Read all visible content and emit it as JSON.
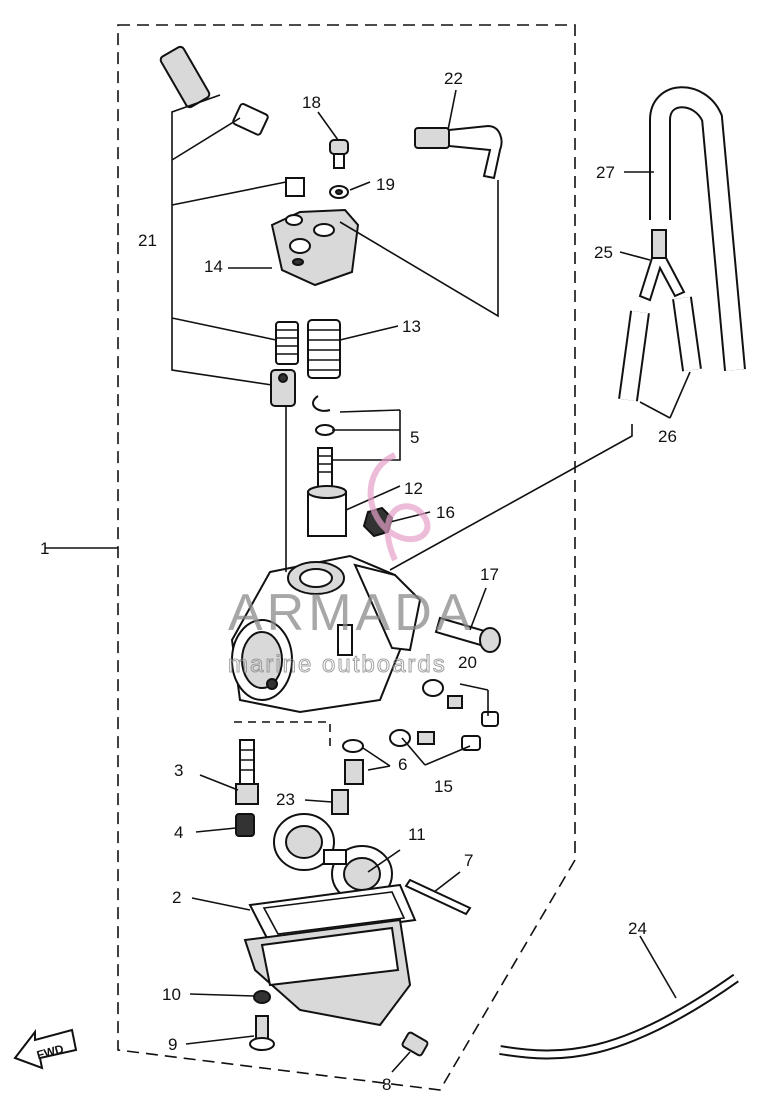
{
  "watermark": {
    "brand": "ARMADA",
    "tagline": "marine outboards",
    "accent_color": "#e6a0c8"
  },
  "fwd_label": "FWD",
  "callouts": [
    "1",
    "2",
    "3",
    "4",
    "5",
    "6",
    "6",
    "7",
    "8",
    "9",
    "10",
    "11",
    "12",
    "13",
    "14",
    "15",
    "16",
    "17",
    "18",
    "19",
    "20",
    "21",
    "22",
    "23",
    "24",
    "25",
    "26",
    "27"
  ],
  "colors": {
    "line": "#111111",
    "background": "#ffffff",
    "watermark_gray": "#8a8a8a"
  }
}
